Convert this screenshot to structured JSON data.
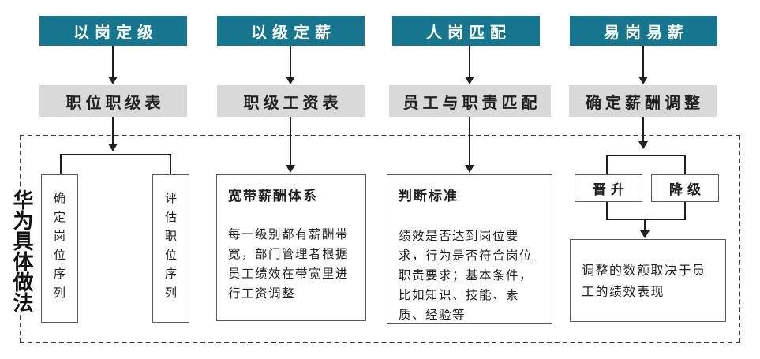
{
  "diagram": {
    "side_label": "华为具体做法",
    "columns": [
      {
        "header": "以岗定级",
        "sub": "职位职级表"
      },
      {
        "header": "以级定薪",
        "sub": "职级工资表"
      },
      {
        "header": "人岗匹配",
        "sub": "员工与职责匹配"
      },
      {
        "header": "易岗易薪",
        "sub": "确定薪酬调整"
      }
    ],
    "detail": {
      "col1": {
        "left_box": "确定岗位序列",
        "right_box": "评估职位序列"
      },
      "col2": {
        "title": "宽带薪酬体系",
        "body": "每一级别都有薪酬带宽，部门管理者根据员工绩效在带宽里进行工资调整"
      },
      "col3": {
        "title": "判断标准",
        "body": "绩效是否达到岗位要求，行为是否符合岗位职责要求；基本条件，比如知识、技能、素质、经验等"
      },
      "col4": {
        "promotion": "晋升",
        "demotion": "降级",
        "result": "调整的数额取决于员工的绩效表现"
      }
    },
    "colors": {
      "header_bg": "#16768e",
      "header_text": "#ffffff",
      "sub_bg": "#d9d9d9",
      "line": "#1f1f1f"
    }
  }
}
